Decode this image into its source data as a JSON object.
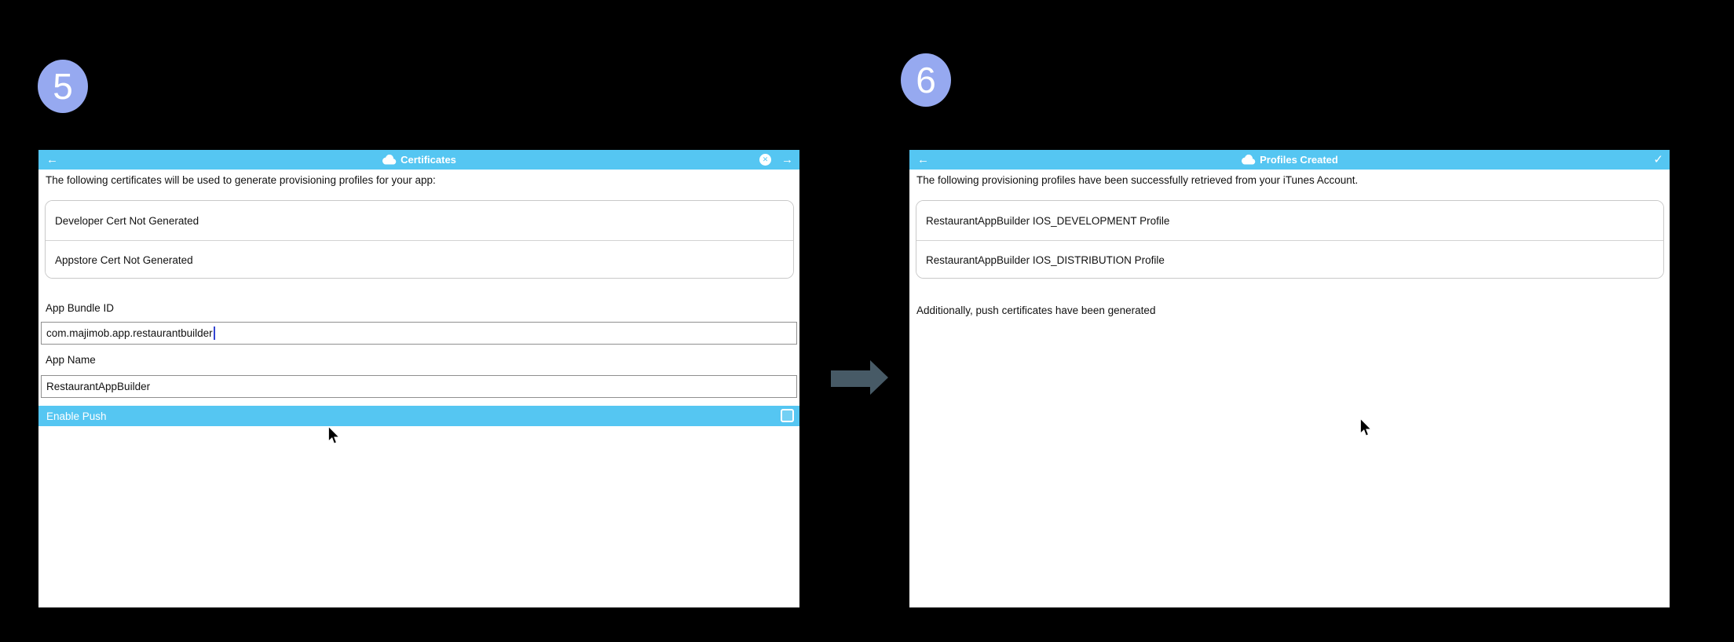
{
  "colors": {
    "bg": "#000000",
    "accent": "#55c6f2",
    "panel_bg": "#ffffff",
    "badge_bg": "#96a9f0",
    "badge_text": "#ffffff",
    "arrow": "#475a66",
    "text": "#111111",
    "border": "#c9c9c9",
    "input_border": "#8f8f8f",
    "caret": "#3445d1"
  },
  "icons": {
    "back": "←",
    "forward": "→",
    "close": "✕",
    "check": "✓"
  },
  "step5": {
    "badge": "5",
    "header": {
      "title": "Certificates"
    },
    "instruction": "The following certificates will be used to generate provisioning profiles for your app:",
    "certificates": [
      "Developer Cert Not Generated",
      "Appstore Cert Not Generated"
    ],
    "bundle_id": {
      "label": "App Bundle ID",
      "value": "com.majimob.app.restaurantbuilder"
    },
    "app_name": {
      "label": "App Name",
      "value": "RestaurantAppBuilder"
    },
    "enable_push": {
      "label": "Enable Push",
      "checked": false
    }
  },
  "step6": {
    "badge": "6",
    "header": {
      "title": "Profiles Created"
    },
    "instruction": "The following provisioning profiles have been successfully retrieved from your iTunes Account.",
    "profiles": [
      "RestaurantAppBuilder IOS_DEVELOPMENT Profile",
      "RestaurantAppBuilder IOS_DISTRIBUTION Profile"
    ],
    "note": "Additionally, push certificates have been generated"
  }
}
